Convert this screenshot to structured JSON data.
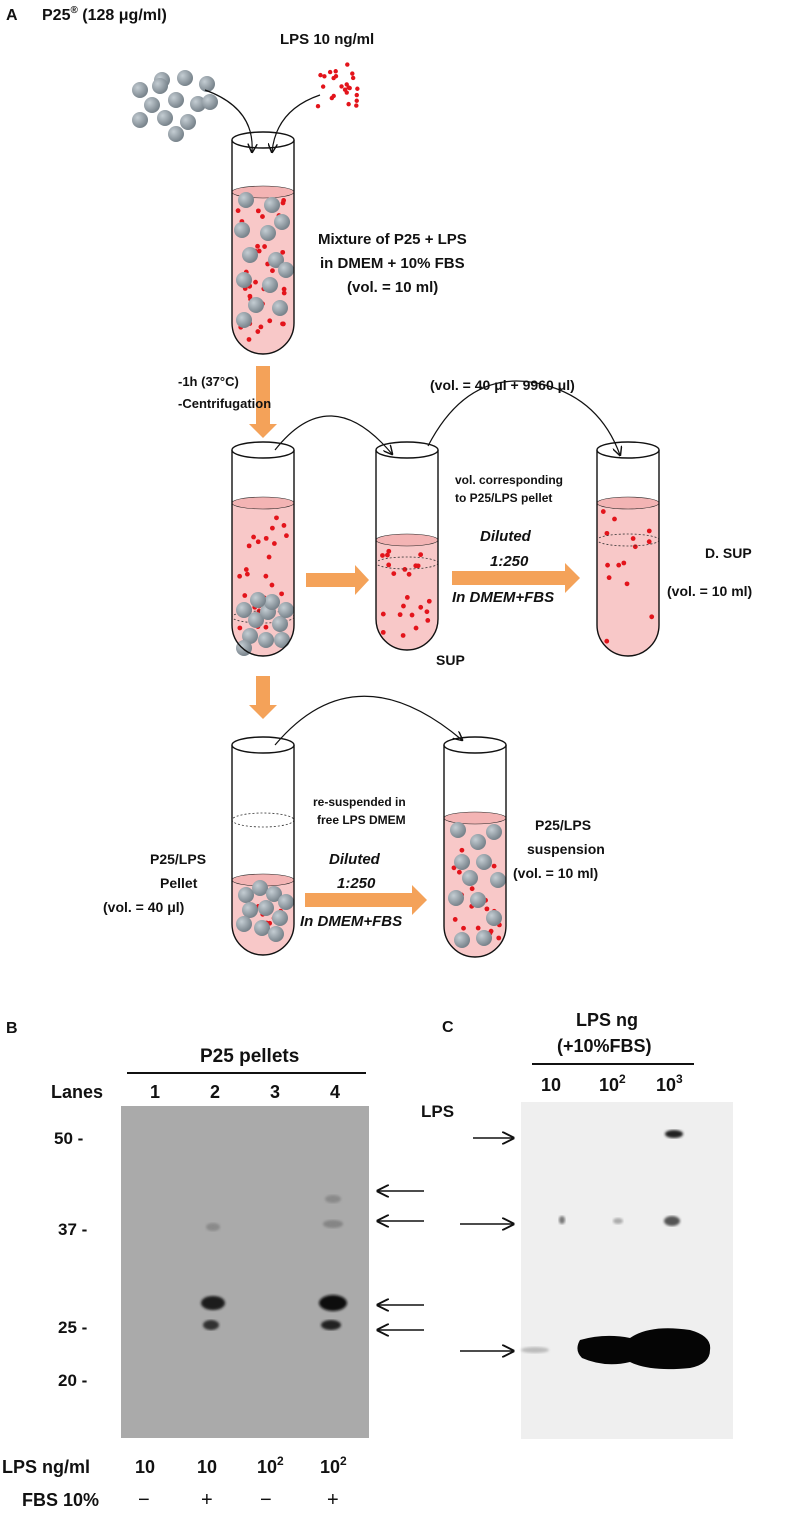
{
  "panel_a": {
    "letter": "A",
    "p25_label": "P25",
    "p25_reg": "®",
    "p25_conc": " (128 μg/ml)",
    "lps_label": "LPS 10 ng/ml",
    "mixture_line1": "Mixture of P25 + LPS",
    "mixture_line2": "in DMEM + 10% FBS",
    "mixture_line3": "(vol. = 10 ml)",
    "step_line1": "-1h (37°C)",
    "step_line2": "-Centrifugation",
    "vol_top": "(vol. = 40 μl + 9960 μl)",
    "vol_corr_line1": "vol. corresponding",
    "vol_corr_line2": "to P25/LPS pellet",
    "diluted_1": "Diluted",
    "ratio_1": "1:250",
    "in_dmem_1": "In DMEM+FBS",
    "sup_label": "SUP",
    "dsup_label": "D. SUP",
    "dsup_vol": "(vol. = 10 ml)",
    "resusp_line1": "re-suspended in",
    "resusp_line2": "free LPS DMEM",
    "diluted_2": "Diluted",
    "ratio_2": "1:250",
    "in_dmem_2": "In DMEM+FBS",
    "pellet_line1": "P25/LPS",
    "pellet_line2": "Pellet",
    "pellet_line3": "(vol. = 40 μl)",
    "susp_line1": "P25/LPS",
    "susp_line2": "suspension",
    "susp_line3": "(vol. = 10 ml)"
  },
  "panel_b": {
    "letter": "B",
    "title": "P25 pellets",
    "lanes_label": "Lanes",
    "lanes": [
      "1",
      "2",
      "3",
      "4"
    ],
    "markers": [
      "50 -",
      "37 -",
      "25 -",
      "20 -"
    ],
    "lps_row_label": "LPS ng/ml",
    "lps_values": [
      "10",
      "10",
      "10",
      "10"
    ],
    "lps_sup": [
      "",
      "",
      "2",
      "2"
    ],
    "fbs_row_label": "FBS 10%",
    "fbs_values": [
      "−",
      "+",
      "−",
      "+"
    ]
  },
  "panel_c": {
    "letter": "C",
    "title_line1": "LPS ng",
    "title_line2": "(+10%FBS)",
    "lps_label": "LPS",
    "lanes": [
      "10",
      "10",
      "10"
    ],
    "lane_sup": [
      "",
      "2",
      "3"
    ]
  },
  "colors": {
    "arrow_orange": "#f4a259",
    "liquid_pink": "#f8c8c8",
    "lps_red": "#e3141b",
    "p25_gray": "#8a949c",
    "blot_b": "#a8a8a8",
    "blot_c": "#efefef"
  }
}
